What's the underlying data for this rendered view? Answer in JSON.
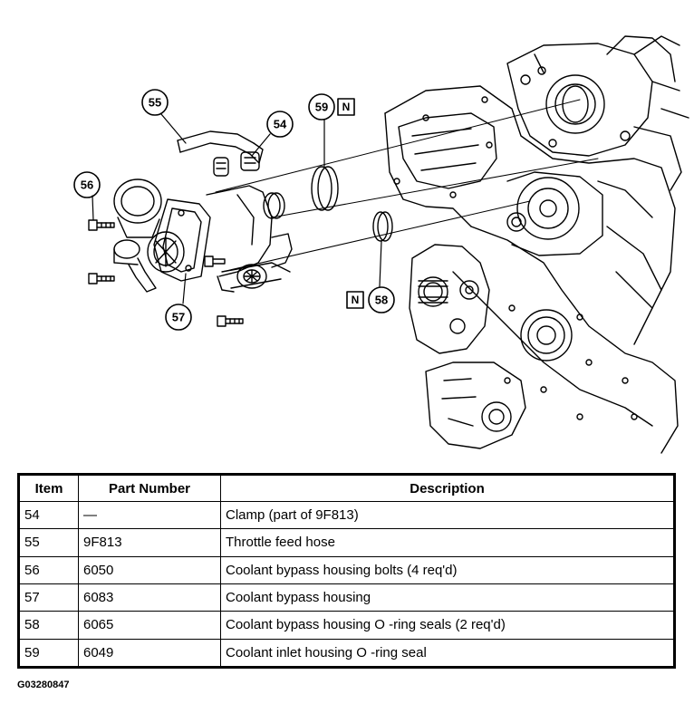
{
  "callouts": {
    "c54": "54",
    "c55": "55",
    "c56": "56",
    "c57": "57",
    "c58": "58",
    "c59": "59"
  },
  "new_part_flags": {
    "n58": "N",
    "n59": "N"
  },
  "table": {
    "headers": {
      "item": "Item",
      "part_number": "Part Number",
      "description": "Description"
    },
    "rows": [
      {
        "item": "54",
        "part_number": "—",
        "description": "Clamp (part of 9F813)"
      },
      {
        "item": "55",
        "part_number": "9F813",
        "description": "Throttle feed hose"
      },
      {
        "item": "56",
        "part_number": "6050",
        "description": "Coolant bypass housing bolts (4 req'd)"
      },
      {
        "item": "57",
        "part_number": "6083",
        "description": "Coolant bypass housing"
      },
      {
        "item": "58",
        "part_number": "6065",
        "description": "Coolant bypass housing O -ring seals (2 req'd)"
      },
      {
        "item": "59",
        "part_number": "6049",
        "description": "Coolant inlet housing O -ring seal"
      }
    ]
  },
  "figure_id": "G03280847"
}
